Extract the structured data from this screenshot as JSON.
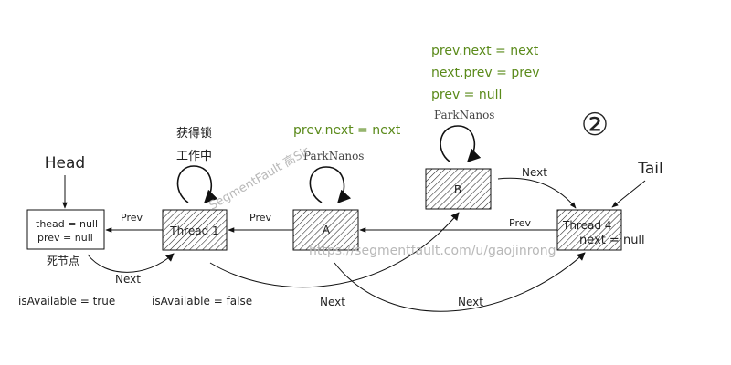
{
  "head_label": "Head",
  "tail_label": "Tail",
  "step_badge": "②",
  "dead_node": {
    "line1": "thead = null",
    "line2": "prev = null",
    "caption": "死节点",
    "available": "isAvailable = true"
  },
  "thread1": {
    "label": "Thread 1",
    "caption_line1": "获得锁",
    "caption_line2": "工作中",
    "available": "isAvailable = false"
  },
  "node_a": {
    "label": "A",
    "state": "ParkNanos",
    "op": "prev.next = next"
  },
  "node_b": {
    "label": "B",
    "state": "ParkNanos",
    "ops": [
      "prev.next = next",
      "next.prev = prev",
      "prev = null"
    ]
  },
  "thread4": {
    "label": "Thread 4",
    "next_null": "next = null"
  },
  "edge_labels": {
    "prev_t1_dead": "Prev",
    "prev_a_t1": "Prev",
    "prev_t4_a": "Prev",
    "next_dead_t1": "Next",
    "next_t1_b": "Next",
    "next_a_t4": "Next",
    "next_b_t4": "Next"
  },
  "watermarks": {
    "diagonal": "SegmentFault 高Sir",
    "url": "https://segmentfault.com/u/gaojinrong"
  },
  "colors": {
    "ops_text": "#5a8a1a",
    "watermark": "#b8b8b8",
    "stroke": "#111111"
  }
}
